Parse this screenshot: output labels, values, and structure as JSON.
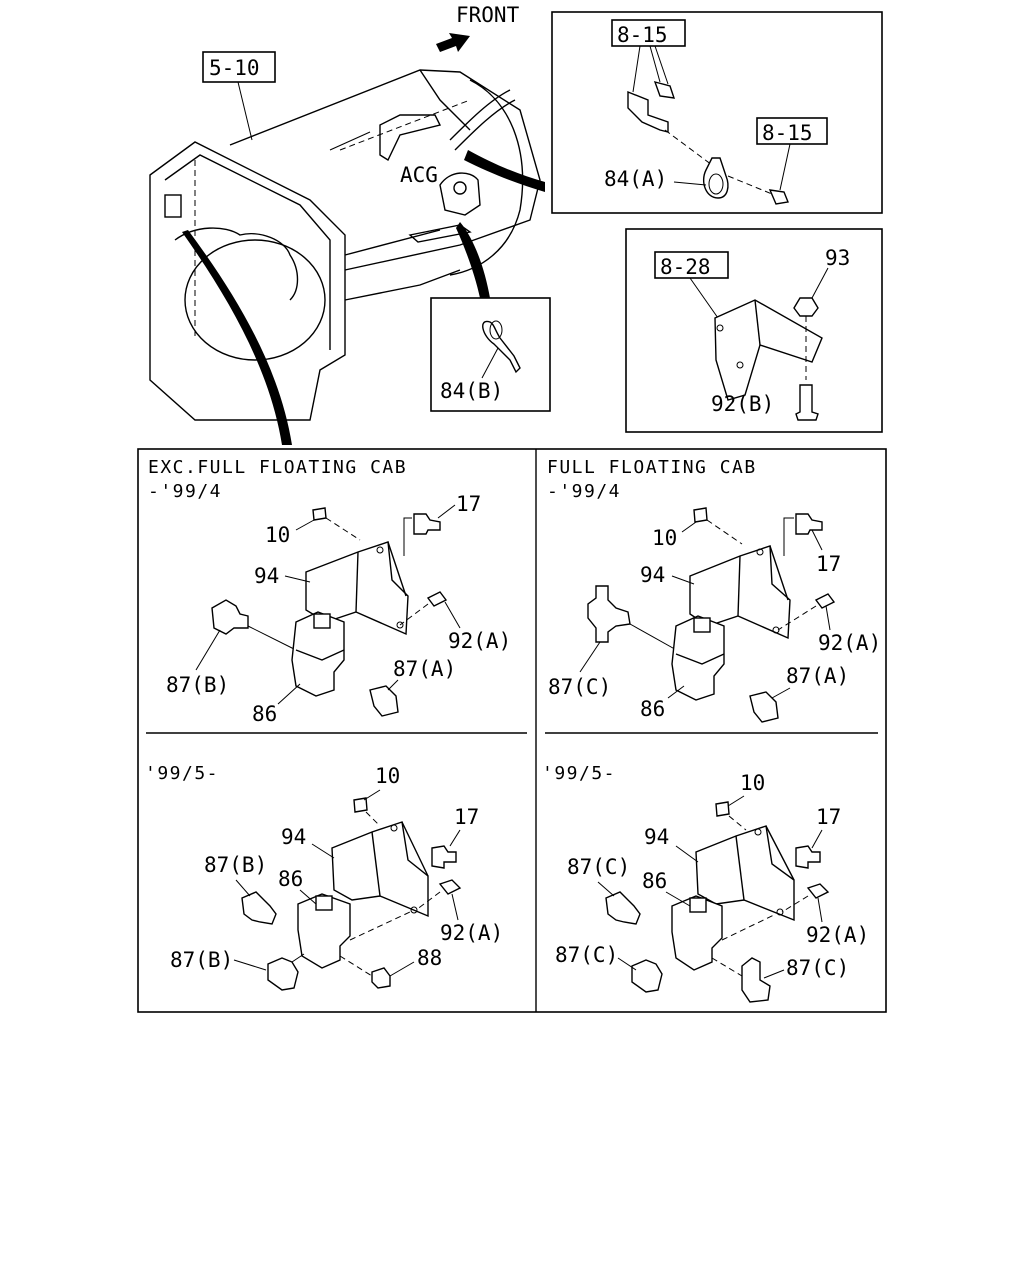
{
  "overview": {
    "front_label": "FRONT",
    "ref_engine": "5-10",
    "acg_label": "ACG"
  },
  "detail_clamp": {
    "ref_top": "8-15",
    "ref_right": "8-15",
    "part_clamp": "84(A)"
  },
  "detail_bracket": {
    "ref": "8-28",
    "part_nut": "93",
    "part_bolt": "92(B)"
  },
  "detail_band": {
    "part_band": "84(B)"
  },
  "panels": {
    "left_top": {
      "title": "EXC.FULL FLOATING CAB",
      "subtitle": "-'99/4",
      "labels": [
        "10",
        "17",
        "94",
        "92(A)",
        "87(B)",
        "87(A)",
        "86"
      ]
    },
    "right_top": {
      "title": "FULL FLOATING CAB",
      "subtitle": "-'99/4",
      "labels": [
        "10",
        "17",
        "94",
        "92(A)",
        "87(C)",
        "87(A)",
        "86"
      ]
    },
    "left_bottom": {
      "subtitle": "'99/5-",
      "labels": [
        "10",
        "17",
        "94",
        "87(B)",
        "86",
        "92(A)",
        "87(B)",
        "88"
      ]
    },
    "right_bottom": {
      "subtitle": "'99/5-",
      "labels": [
        "10",
        "17",
        "94",
        "87(C)",
        "86",
        "92(A)",
        "87(C)",
        "87(C)"
      ]
    }
  }
}
